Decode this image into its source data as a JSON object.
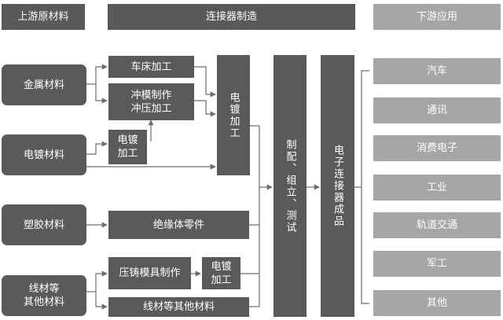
{
  "headers": {
    "upstream": "上游原材料",
    "manufacturing": "连接器制造",
    "downstream": "下游应用"
  },
  "materials": {
    "metal": "金属材料",
    "plating": "电镀材料",
    "plastic": "塑胶材料",
    "wire": "线材等\n其他材料"
  },
  "processes": {
    "lathe": "车床加工",
    "stamping": "冲模制作\n冲压加工",
    "plating_small": "电镀\n加工",
    "insulator": "绝缘体零件",
    "die_casting": "压铸模具制作",
    "plating_small2": "电镀\n加工",
    "wire_other": "线材等其他材料",
    "plating_main": "电镀加工",
    "assembly": "制配、组立、测试",
    "finished": "电子连接器成品"
  },
  "applications": [
    "汽车",
    "通讯",
    "消费电子",
    "工业",
    "轨道交通",
    "军工",
    "其他"
  ],
  "colors": {
    "dark_box": "#5a5a5a",
    "light_box": "#a6a6a6",
    "line": "#6d6d6d"
  }
}
